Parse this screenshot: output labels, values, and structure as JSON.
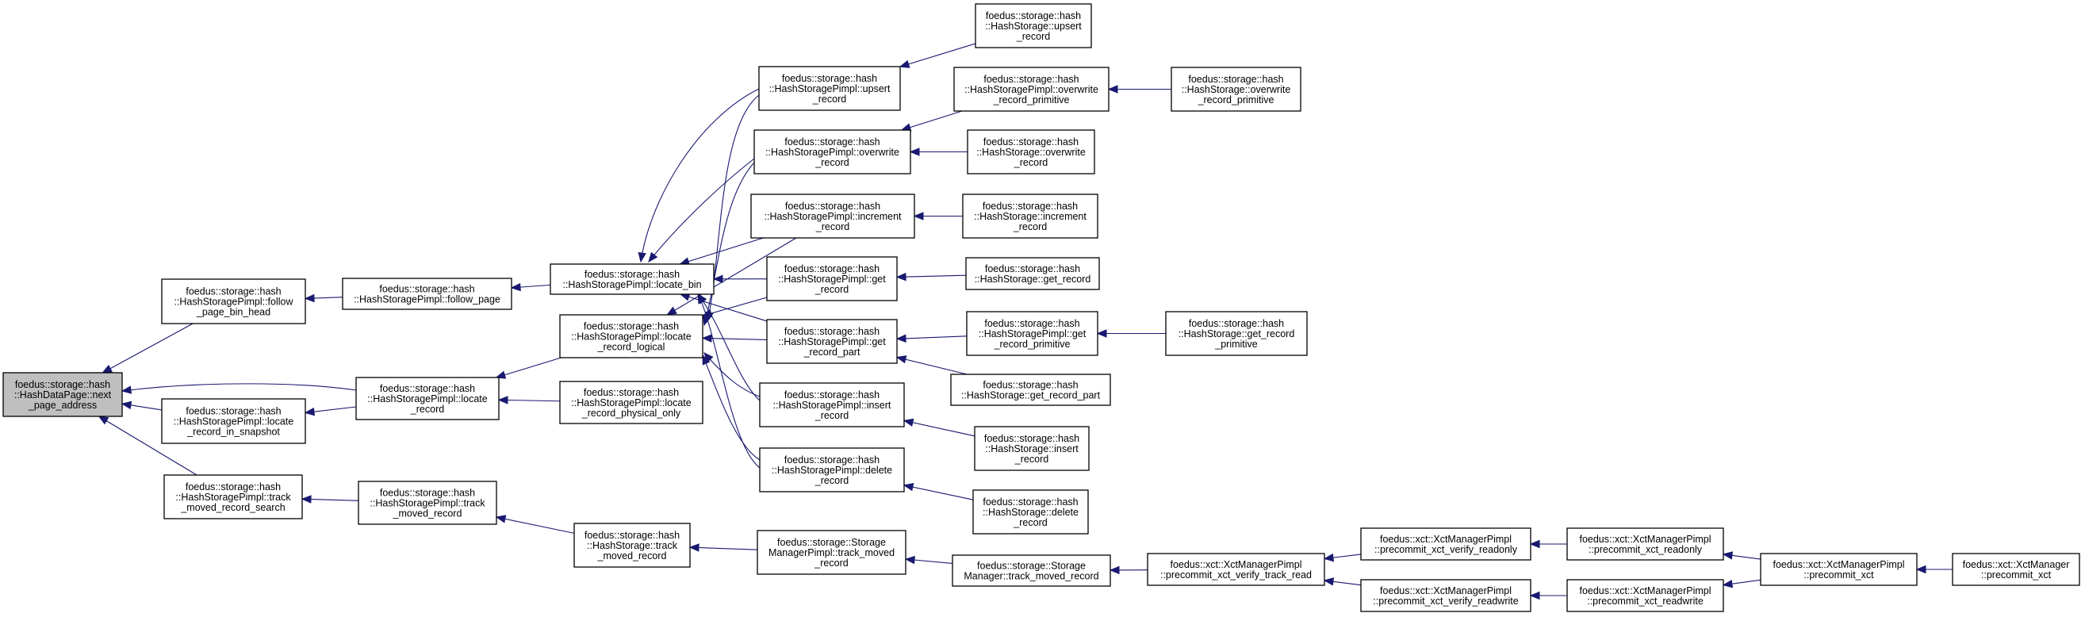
{
  "diagram": {
    "type": "call-graph",
    "direction": "right-to-left",
    "colors": {
      "edge": "#191970",
      "node_fill": "#ffffff",
      "root_fill": "#bfbfbf",
      "node_border": "#000000"
    },
    "nodes": [
      {
        "id": "root",
        "lines": [
          "foedus::storage::hash",
          "::HashDataPage::next",
          "_page_address"
        ],
        "highlight": true
      },
      {
        "id": "fpbh",
        "lines": [
          "foedus::storage::hash",
          "::HashStoragePimpl::follow",
          "_page_bin_head"
        ]
      },
      {
        "id": "lris",
        "lines": [
          "foedus::storage::hash",
          "::HashStoragePimpl::locate",
          "_record_in_snapshot"
        ]
      },
      {
        "id": "tmrs",
        "lines": [
          "foedus::storage::hash",
          "::HashStoragePimpl::track",
          "_moved_record_search"
        ]
      },
      {
        "id": "fp",
        "lines": [
          "foedus::storage::hash",
          "::HashStoragePimpl::follow_page"
        ]
      },
      {
        "id": "lr",
        "lines": [
          "foedus::storage::hash",
          "::HashStoragePimpl::locate",
          "_record"
        ]
      },
      {
        "id": "tmr",
        "lines": [
          "foedus::storage::hash",
          "::HashStoragePimpl::track",
          "_moved_record"
        ]
      },
      {
        "id": "lb",
        "lines": [
          "foedus::storage::hash",
          "::HashStoragePimpl::locate_bin"
        ]
      },
      {
        "id": "lrl",
        "lines": [
          "foedus::storage::hash",
          "::HashStoragePimpl::locate",
          "_record_logical"
        ]
      },
      {
        "id": "lrpo",
        "lines": [
          "foedus::storage::hash",
          "::HashStoragePimpl::locate",
          "_record_physical_only"
        ]
      },
      {
        "id": "hstmr",
        "lines": [
          "foedus::storage::hash",
          "::HashStorage::track",
          "_moved_record"
        ]
      },
      {
        "id": "pu",
        "lines": [
          "foedus::storage::hash",
          "::HashStoragePimpl::upsert",
          "_record"
        ]
      },
      {
        "id": "po",
        "lines": [
          "foedus::storage::hash",
          "::HashStoragePimpl::overwrite",
          "_record"
        ]
      },
      {
        "id": "pinc",
        "lines": [
          "foedus::storage::hash",
          "::HashStoragePimpl::increment",
          "_record"
        ]
      },
      {
        "id": "pg",
        "lines": [
          "foedus::storage::hash",
          "::HashStoragePimpl::get",
          "_record"
        ]
      },
      {
        "id": "pgp",
        "lines": [
          "foedus::storage::hash",
          "::HashStoragePimpl::get",
          "_record_part"
        ]
      },
      {
        "id": "pins",
        "lines": [
          "foedus::storage::hash",
          "::HashStoragePimpl::insert",
          "_record"
        ]
      },
      {
        "id": "pdel",
        "lines": [
          "foedus::storage::hash",
          "::HashStoragePimpl::delete",
          "_record"
        ]
      },
      {
        "id": "smpt",
        "lines": [
          "foedus::storage::Storage",
          "ManagerPimpl::track_moved",
          "_record"
        ]
      },
      {
        "id": "su",
        "lines": [
          "foedus::storage::hash",
          "::HashStorage::upsert",
          "_record"
        ]
      },
      {
        "id": "porp",
        "lines": [
          "foedus::storage::hash",
          "::HashStoragePimpl::overwrite",
          "_record_primitive"
        ]
      },
      {
        "id": "so",
        "lines": [
          "foedus::storage::hash",
          "::HashStorage::overwrite",
          "_record"
        ]
      },
      {
        "id": "sinc",
        "lines": [
          "foedus::storage::hash",
          "::HashStorage::increment",
          "_record"
        ]
      },
      {
        "id": "sg",
        "lines": [
          "foedus::storage::hash",
          "::HashStorage::get_record"
        ]
      },
      {
        "id": "pgrp",
        "lines": [
          "foedus::storage::hash",
          "::HashStoragePimpl::get",
          "_record_primitive"
        ]
      },
      {
        "id": "sgp",
        "lines": [
          "foedus::storage::hash",
          "::HashStorage::get_record_part"
        ]
      },
      {
        "id": "sins",
        "lines": [
          "foedus::storage::hash",
          "::HashStorage::insert",
          "_record"
        ]
      },
      {
        "id": "sdel",
        "lines": [
          "foedus::storage::hash",
          "::HashStorage::delete",
          "_record"
        ]
      },
      {
        "id": "smt",
        "lines": [
          "foedus::storage::Storage",
          "Manager::track_moved_record"
        ]
      },
      {
        "id": "sorp",
        "lines": [
          "foedus::storage::hash",
          "::HashStorage::overwrite",
          "_record_primitive"
        ]
      },
      {
        "id": "sgrp",
        "lines": [
          "foedus::storage::hash",
          "::HashStorage::get_record",
          "_primitive"
        ]
      },
      {
        "id": "xvtr",
        "lines": [
          "foedus::xct::XctManagerPimpl",
          "::precommit_xct_verify_track_read"
        ]
      },
      {
        "id": "xvro",
        "lines": [
          "foedus::xct::XctManagerPimpl",
          "::precommit_xct_verify_readonly"
        ]
      },
      {
        "id": "xvrw",
        "lines": [
          "foedus::xct::XctManagerPimpl",
          "::precommit_xct_verify_readwrite"
        ]
      },
      {
        "id": "xro",
        "lines": [
          "foedus::xct::XctManagerPimpl",
          "::precommit_xct_readonly"
        ]
      },
      {
        "id": "xrw",
        "lines": [
          "foedus::xct::XctManagerPimpl",
          "::precommit_xct_readwrite"
        ]
      },
      {
        "id": "xp",
        "lines": [
          "foedus::xct::XctManagerPimpl",
          "::precommit_xct"
        ]
      },
      {
        "id": "xm",
        "lines": [
          "foedus::xct::XctManager",
          "::precommit_xct"
        ]
      }
    ],
    "edges": [
      {
        "from": "fpbh",
        "to": "root"
      },
      {
        "from": "lris",
        "to": "root"
      },
      {
        "from": "tmrs",
        "to": "root"
      },
      {
        "from": "lr",
        "to": "root"
      },
      {
        "from": "fp",
        "to": "fpbh"
      },
      {
        "from": "lr",
        "to": "lris"
      },
      {
        "from": "tmr",
        "to": "tmrs"
      },
      {
        "from": "lb",
        "to": "fp"
      },
      {
        "from": "lrl",
        "to": "lr"
      },
      {
        "from": "lrpo",
        "to": "lr"
      },
      {
        "from": "hstmr",
        "to": "tmr"
      },
      {
        "from": "pu",
        "to": "lb"
      },
      {
        "from": "po",
        "to": "lb"
      },
      {
        "from": "pinc",
        "to": "lb"
      },
      {
        "from": "pg",
        "to": "lb"
      },
      {
        "from": "pgp",
        "to": "lb"
      },
      {
        "from": "pins",
        "to": "lb"
      },
      {
        "from": "pdel",
        "to": "lb"
      },
      {
        "from": "pu",
        "to": "lrl"
      },
      {
        "from": "po",
        "to": "lrl"
      },
      {
        "from": "pinc",
        "to": "lrl"
      },
      {
        "from": "pg",
        "to": "lrl"
      },
      {
        "from": "pgp",
        "to": "lrl"
      },
      {
        "from": "pins",
        "to": "lrl"
      },
      {
        "from": "pdel",
        "to": "lrl"
      },
      {
        "from": "smpt",
        "to": "hstmr"
      },
      {
        "from": "su",
        "to": "pu"
      },
      {
        "from": "porp",
        "to": "po"
      },
      {
        "from": "so",
        "to": "po"
      },
      {
        "from": "sinc",
        "to": "pinc"
      },
      {
        "from": "sg",
        "to": "pg"
      },
      {
        "from": "pgrp",
        "to": "pgp"
      },
      {
        "from": "sgp",
        "to": "pgp"
      },
      {
        "from": "sins",
        "to": "pins"
      },
      {
        "from": "sdel",
        "to": "pdel"
      },
      {
        "from": "smt",
        "to": "smpt"
      },
      {
        "from": "sorp",
        "to": "porp"
      },
      {
        "from": "sgrp",
        "to": "pgrp"
      },
      {
        "from": "xvtr",
        "to": "smt"
      },
      {
        "from": "xvro",
        "to": "xvtr"
      },
      {
        "from": "xvrw",
        "to": "xvtr"
      },
      {
        "from": "xro",
        "to": "xvro"
      },
      {
        "from": "xrw",
        "to": "xvrw"
      },
      {
        "from": "xp",
        "to": "xro"
      },
      {
        "from": "xp",
        "to": "xrw"
      },
      {
        "from": "xm",
        "to": "xp"
      }
    ]
  }
}
